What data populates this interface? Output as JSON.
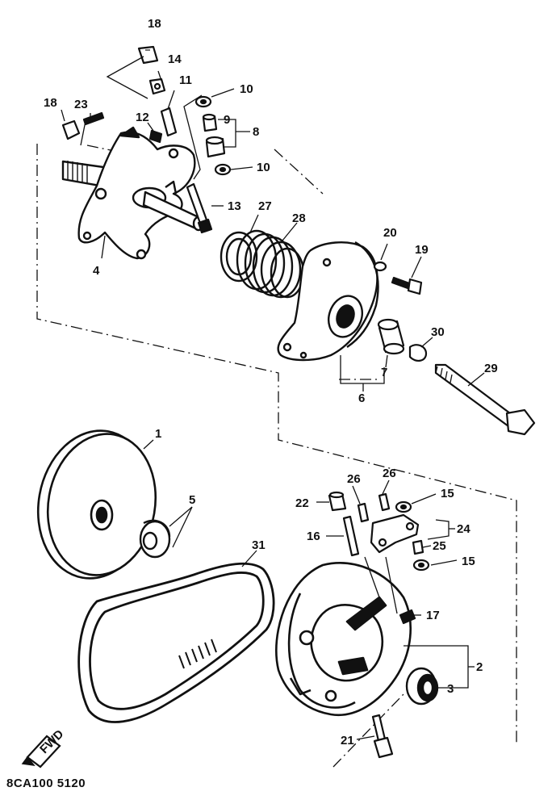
{
  "diagram": {
    "drawing_code": "8CA100 5120",
    "fwd_marker": "FWD",
    "part_callouts": [
      "1",
      "2",
      "3",
      "4",
      "5",
      "6",
      "7",
      "8",
      "9",
      "10",
      "11",
      "12",
      "13",
      "14",
      "15",
      "16",
      "17",
      "18",
      "19",
      "20",
      "21",
      "22",
      "23",
      "24",
      "25",
      "26",
      "27",
      "28",
      "29",
      "30",
      "31"
    ]
  },
  "colors": {
    "ink": "#111111",
    "paper": "#ffffff"
  }
}
